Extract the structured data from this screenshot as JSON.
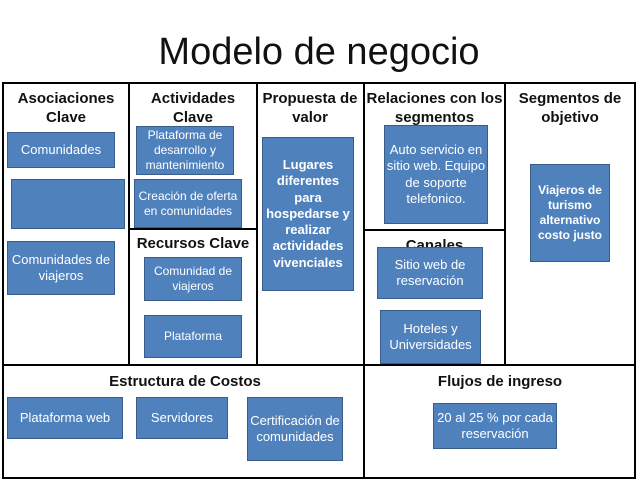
{
  "title": "Modelo de negocio",
  "sections": {
    "asociaciones": "Asociaciones Clave",
    "actividades": "Actividades Clave",
    "propuesta": "Propuesta de valor",
    "relaciones": "Relaciones con los segmentos",
    "segmentos": "Segmentos de objetivo",
    "recursos": "Recursos Clave",
    "canales": "Canales",
    "costos": "Estructura de Costos",
    "ingresos": "Flujos de ingreso"
  },
  "boxes": {
    "comunidades": "Comunidades",
    "blank": "",
    "comunidades_viajeros": "Comunidades de viajeros",
    "plataforma_desarrollo": "Plataforma de desarrollo y mantenimiento",
    "creacion_oferta": "Creación de oferta en comunidades",
    "comunidad_viajeros": "Comunidad de viajeros",
    "plataforma": "Plataforma",
    "lugares": "Lugares diferentes para hospedarse y realizar actividades vivenciales",
    "auto_servicio": "Auto servicio en sitio web. Equipo de soporte telefonico.",
    "sitio_web": "Sitio web de reservación",
    "hoteles": "Hoteles y Universidades",
    "viajeros_turismo": "Viajeros de turismo alternativo costo justo",
    "plataforma_web": "Plataforma web",
    "servidores": "Servidores",
    "certificacion": "Certificación de comunidades",
    "porcentaje": "20 al 25 % por cada reservación"
  }
}
